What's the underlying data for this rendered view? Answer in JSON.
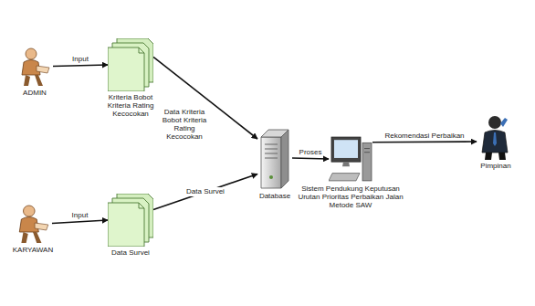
{
  "diagram": {
    "nodes": [
      {
        "text": [
          "ADMIN"
        ]
      },
      {
        "text": [
          "Kriteria Bobot Kriteria Rating Kecocokan"
        ]
      },
      {
        "text": [
          "KARYAWAN"
        ]
      },
      {
        "text": [
          "Data Survei"
        ]
      },
      {
        "text": [
          "Database"
        ]
      },
      {
        "text": [
          "Sistem Pendukung Keputusan Urutan Prioritas Perbaikan Jalan Metode SAW"
        ]
      },
      {
        "text": [
          "Pimpinan"
        ]
      }
    ],
    "edges": [
      {
        "from": 0,
        "to": 1,
        "label": "Input",
        "arrow": "to"
      },
      {
        "from": 1,
        "to": 4,
        "label": "Data Kriteria Bobot Kriteria Rating Kecocokan",
        "arrow": "to"
      },
      {
        "from": 2,
        "to": 3,
        "label": "Input",
        "arrow": "to"
      },
      {
        "from": 3,
        "to": 4,
        "label": "Data Survei",
        "arrow": "to"
      },
      {
        "from": 4,
        "to": 5,
        "label": "Proses",
        "arrow": "to"
      },
      {
        "from": 5,
        "to": 6,
        "label": "Rekomendasi Perbaikan",
        "arrow": "to"
      }
    ]
  }
}
